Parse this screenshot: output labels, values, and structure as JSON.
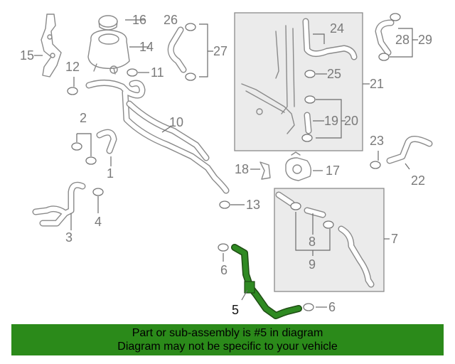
{
  "callouts": {
    "n1": "1",
    "n2": "2",
    "n3": "3",
    "n4": "4",
    "n5": "5",
    "n6a": "6",
    "n6b": "6",
    "n7": "7",
    "n8": "8",
    "n9": "9",
    "n10": "10",
    "n11": "11",
    "n12": "12",
    "n13": "13",
    "n14": "14",
    "n15": "15",
    "n16": "16",
    "n17": "17",
    "n18": "18",
    "n19": "19",
    "n20": "20",
    "n21": "21",
    "n22": "22",
    "n23": "23",
    "n24": "24",
    "n25": "25",
    "n26": "26",
    "n27": "27",
    "n28": "28",
    "n29": "29"
  },
  "banner": {
    "line1": "Part or sub-assembly is #5 in diagram",
    "line2": "Diagram may not be specific to your vehicle"
  },
  "colors": {
    "highlight": "#2f8a22",
    "banner": "#2b8a1a",
    "line": "#8a8a8a"
  }
}
